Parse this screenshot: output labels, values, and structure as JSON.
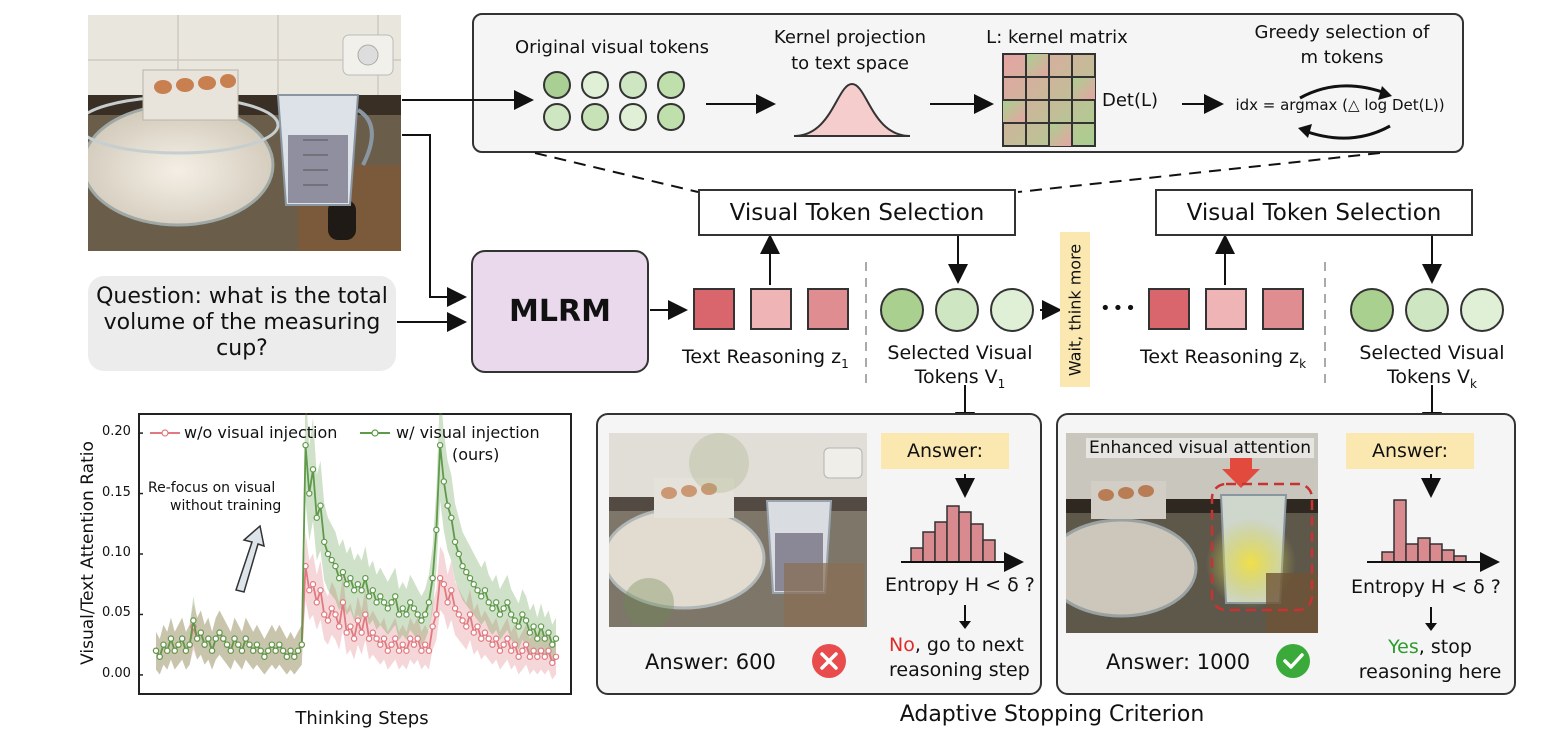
{
  "top_panel": {
    "original_label": "Original visual tokens",
    "kernel_label_1": "Kernel projection",
    "kernel_label_2": "to text space",
    "matrix_label": "L: kernel matrix",
    "det_label": "Det(L)",
    "greedy_label_1": "Greedy selection of",
    "greedy_label_2": "m tokens",
    "formula": "idx = argmax (△ log Det(L))"
  },
  "flow": {
    "vts_label": "Visual Token Selection",
    "mlrm_label": "MLRM",
    "question": "Question: what is the total volume of the measuring cup?",
    "text_reasoning_1": "Text Reasoning z",
    "text_reasoning_1_sub": "1",
    "selected_1_line1": "Selected Visual",
    "selected_1_line2": "Tokens V",
    "selected_1_sub": "1",
    "wait_label": "Wait, think more",
    "ellipsis": "•••",
    "text_reasoning_k": "Text Reasoning z",
    "text_reasoning_k_sub": "k",
    "selected_k_line1": "Selected Visual",
    "selected_k_line2": "Tokens V",
    "selected_k_sub": "k"
  },
  "left_result": {
    "answer_tag": "Answer:",
    "entropy": "Entropy H < δ ?",
    "verdict_word": "No",
    "verdict_rest": ", go to next",
    "verdict_line2": "reasoning step",
    "final_answer": "Answer: 600"
  },
  "right_result": {
    "answer_tag": "Answer:",
    "enhanced": "Enhanced visual attention",
    "entropy": "Entropy H < δ ?",
    "verdict_word": "Yes",
    "verdict_rest": ", stop",
    "verdict_line2": "reasoning here",
    "final_answer": "Answer: 1000"
  },
  "bottom_caption": "Adaptive Stopping Criterion",
  "chart_annotation_1": "Re-focus on visual",
  "chart_annotation_2": "without training",
  "chart_data": {
    "type": "line",
    "xlabel": "Thinking Steps",
    "ylabel": "Visual/Text Attention Ratio",
    "ylim": [
      -0.01,
      0.21
    ],
    "yticks": [
      "0.00",
      "0.05",
      "0.10",
      "0.15",
      "0.20"
    ],
    "legend_position": "top",
    "series": [
      {
        "name": "w/o visual injection",
        "color": "#e07a80",
        "values": [
          0.02,
          0.015,
          0.025,
          0.02,
          0.03,
          0.02,
          0.025,
          0.03,
          0.02,
          0.025,
          0.04,
          0.03,
          0.035,
          0.025,
          0.03,
          0.02,
          0.03,
          0.035,
          0.03,
          0.025,
          0.02,
          0.03,
          0.025,
          0.02,
          0.03,
          0.025,
          0.02,
          0.025,
          0.02,
          0.015,
          0.02,
          0.025,
          0.02,
          0.025,
          0.02,
          0.015,
          0.02,
          0.015,
          0.02,
          0.025,
          0.09,
          0.07,
          0.075,
          0.06,
          0.07,
          0.05,
          0.045,
          0.055,
          0.05,
          0.04,
          0.06,
          0.035,
          0.04,
          0.03,
          0.045,
          0.035,
          0.05,
          0.03,
          0.035,
          0.03,
          0.025,
          0.03,
          0.02,
          0.025,
          0.03,
          0.02,
          0.025,
          0.02,
          0.03,
          0.025,
          0.03,
          0.02,
          0.025,
          0.02,
          0.04,
          0.05,
          0.08,
          0.075,
          0.06,
          0.07,
          0.055,
          0.05,
          0.045,
          0.04,
          0.05,
          0.035,
          0.04,
          0.03,
          0.035,
          0.03,
          0.025,
          0.03,
          0.02,
          0.025,
          0.03,
          0.02,
          0.025,
          0.015,
          0.02,
          0.025,
          0.015,
          0.02,
          0.015,
          0.02,
          0.015,
          0.02,
          0.01,
          0.015
        ]
      },
      {
        "name": "w/ visual injection (ours)",
        "color": "#5f9a4a",
        "values": [
          0.02,
          0.015,
          0.025,
          0.02,
          0.03,
          0.02,
          0.025,
          0.03,
          0.02,
          0.025,
          0.045,
          0.03,
          0.035,
          0.025,
          0.03,
          0.02,
          0.03,
          0.035,
          0.03,
          0.025,
          0.02,
          0.03,
          0.025,
          0.02,
          0.03,
          0.025,
          0.02,
          0.025,
          0.02,
          0.015,
          0.02,
          0.025,
          0.02,
          0.025,
          0.02,
          0.015,
          0.02,
          0.015,
          0.02,
          0.025,
          0.19,
          0.15,
          0.17,
          0.13,
          0.14,
          0.11,
          0.1,
          0.095,
          0.09,
          0.08,
          0.085,
          0.075,
          0.08,
          0.07,
          0.075,
          0.07,
          0.08,
          0.065,
          0.07,
          0.06,
          0.065,
          0.06,
          0.055,
          0.06,
          0.065,
          0.05,
          0.055,
          0.05,
          0.06,
          0.055,
          0.05,
          0.045,
          0.05,
          0.06,
          0.08,
          0.12,
          0.19,
          0.16,
          0.14,
          0.13,
          0.11,
          0.1,
          0.09,
          0.085,
          0.08,
          0.075,
          0.07,
          0.065,
          0.07,
          0.06,
          0.055,
          0.06,
          0.05,
          0.055,
          0.06,
          0.05,
          0.045,
          0.04,
          0.05,
          0.045,
          0.035,
          0.04,
          0.03,
          0.04,
          0.03,
          0.035,
          0.025,
          0.03
        ]
      }
    ]
  }
}
